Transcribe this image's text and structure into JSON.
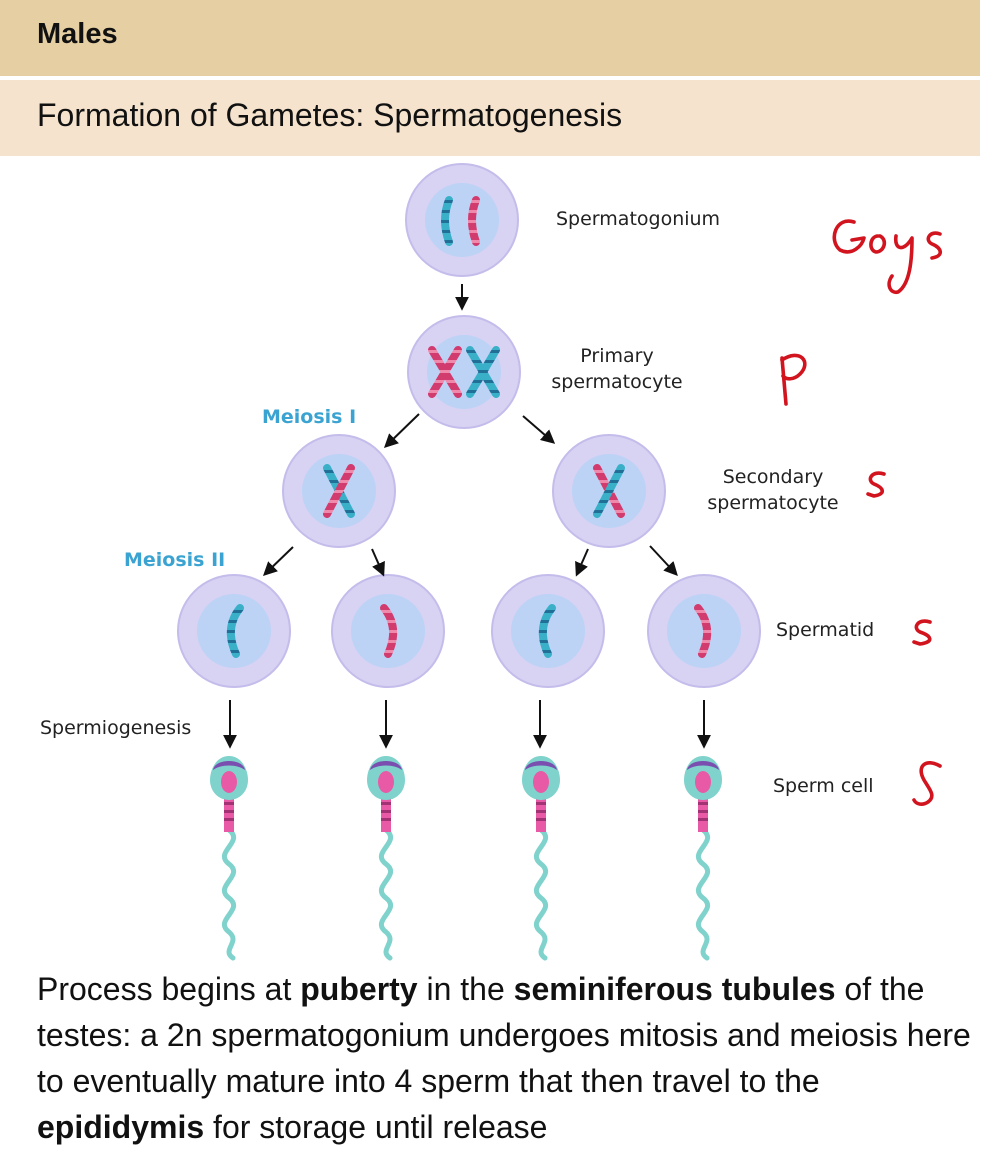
{
  "header": {
    "title": "Males"
  },
  "subheader": {
    "title": "Formation of Gametes: Spermatogenesis"
  },
  "diagram": {
    "stage_labels": {
      "spermatogonium": "Spermatogonium",
      "primary_line1": "Primary",
      "primary_line2": "spermatocyte",
      "secondary_line1": "Secondary",
      "secondary_line2": "spermatocyte",
      "spermatid": "Spermatid",
      "sperm_cell": "Sperm cell",
      "spermiogenesis": "Spermiogenesis"
    },
    "division_labels": {
      "meiosis1": "Meiosis I",
      "meiosis2": "Meiosis II"
    },
    "handwritten_annotations": [
      "Goys",
      "P",
      "S",
      "S",
      "S"
    ],
    "colors": {
      "cell": "#d8d2f3",
      "nucleus": "#bcd3f6",
      "chromosome_pink": "#d23b6e",
      "chromosome_teal": "#3ab0c8",
      "sperm_body": "#7fd3cc",
      "acrosome": "#7a4fb0",
      "sperm_nucleus": "#e85aa5",
      "division_label": "#3aa3d1",
      "handwriting": "#d2141f"
    }
  },
  "paragraph": {
    "t1": "Process begins at ",
    "b1": "puberty",
    "t2": " in the ",
    "b2": "seminiferous tubules",
    "t3": " of the testes: a 2n spermatogonium undergoes mitosis and meiosis here to eventually mature into 4 sperm that then travel to the ",
    "b3": "epididymis",
    "t4": " for storage until release"
  }
}
